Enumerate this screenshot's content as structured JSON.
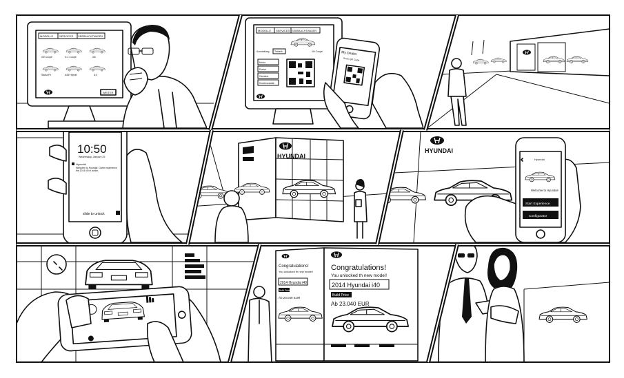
{
  "panel1": {
    "tabs": [
      "MODELLE",
      "SERVICES",
      "GEBRAUCHTWAGEN"
    ],
    "models": [
      "i30 Coupé",
      "ix 1 Coupé",
      "i30",
      "Santa Fe",
      "ix35 Hybrid",
      "i10"
    ],
    "button": "WEITER"
  },
  "panel2": {
    "tabs": [
      "MODELLE",
      "SERVICES",
      "GEBRAUCHTWAGEN"
    ],
    "subtabs": [
      "Ausstattung",
      "Technik",
      "i40 Coupé"
    ],
    "menu": [
      "Motor",
      "Preise",
      "Getriebe",
      "Sonderausstatt."
    ],
    "phone_title": "My Dealer",
    "phone_subtitle": "Scan QR Code"
  },
  "panel4": {
    "time": "10:50",
    "date": "Wednesday, January 29",
    "notification_title": "Hyundai",
    "notification_body": "Welcome to Hyundai. Come experience the 2014 i40 in action.",
    "unlock_text": "slide to unlock"
  },
  "panel5": {
    "sign": "HYUNDAI"
  },
  "panel6": {
    "wall_sign": "HYUNDAI",
    "phone_header": "Hyundai",
    "welcome": "Welcome to Hyundai!",
    "start_button": "Start Experience",
    "config_button": "Configurator"
  },
  "panel8": {
    "small_headline": "Congratulations!",
    "small_subline": "You unlocked th new model!",
    "small_model": "2014 Hyundai i40",
    "small_badge": "Build Price",
    "small_price": "Ab 23.040 EUR",
    "headline": "Congratulations!",
    "subline": "You unlocked th new model!",
    "model": "2014 Hyundai i40",
    "badge": "Build Price",
    "price": "Ab 23.040 EUR"
  }
}
